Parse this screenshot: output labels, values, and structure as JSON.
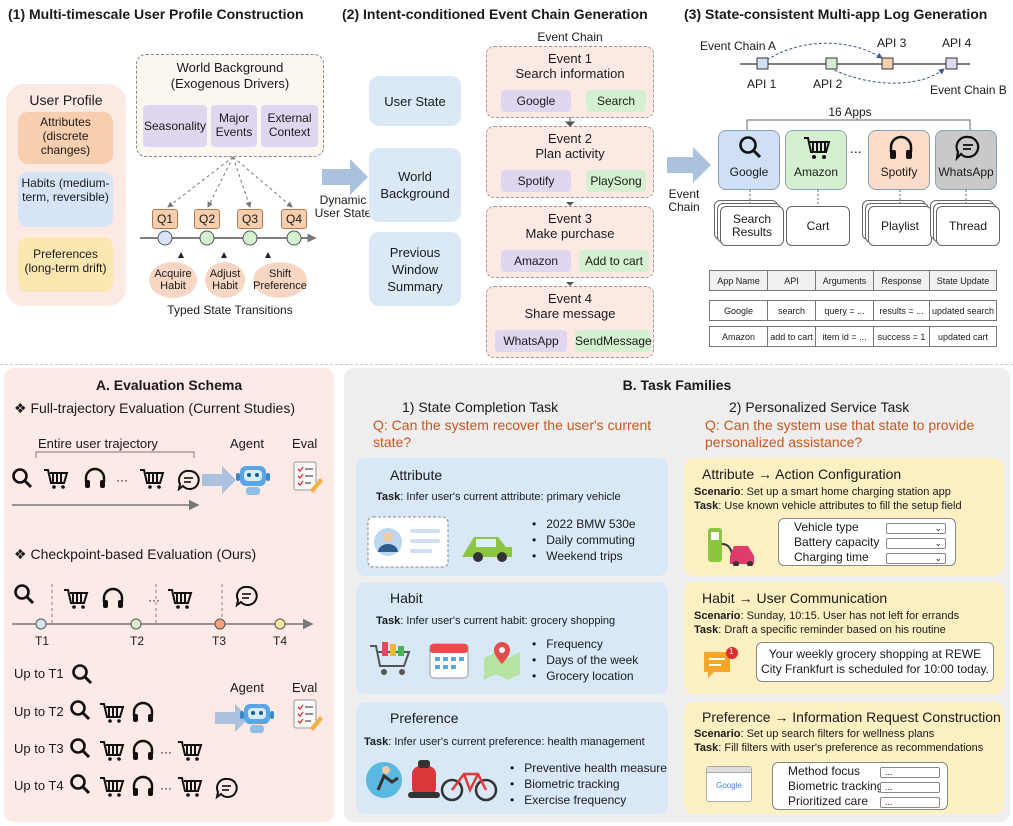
{
  "section1": {
    "title": "(1) Multi-timescale User Profile Construction",
    "user_profile": {
      "title": "User Profile",
      "attributes": "Attributes (discrete changes)",
      "habits": "Habits (medium-term, reversible)",
      "preferences": "Preferences (long-term drift)"
    },
    "world_background": {
      "title": "World Background (Exogenous Drivers)",
      "items": [
        "Seasonality",
        "Major Events",
        "External Context"
      ]
    },
    "queries": [
      "Q1",
      "Q2",
      "Q3",
      "Q4"
    ],
    "transitions": [
      "Acquire Habit",
      "Adjust Habit",
      "Shift Preference"
    ],
    "caption": "Typed State Transitions"
  },
  "section2": {
    "title": "(2) Intent-conditioned Event Chain Generation",
    "arrow_label": "Dynamic User State",
    "states": [
      "User State",
      "World Background",
      "Previous Window Summary"
    ],
    "chain_title": "Event Chain",
    "events": [
      {
        "name": "Event 1",
        "desc": "Search information",
        "app": "Google",
        "api": "Search"
      },
      {
        "name": "Event 2",
        "desc": "Plan activity",
        "app": "Spotify",
        "api": "PlaySong"
      },
      {
        "name": "Event 3",
        "desc": "Make purchase",
        "app": "Amazon",
        "api": "Add to cart"
      },
      {
        "name": "Event 4",
        "desc": "Share message",
        "app": "WhatsApp",
        "api": "SendMessage"
      }
    ],
    "out_label": "Event Chain"
  },
  "section3": {
    "title": "(3) State-consistent Multi-app Log Generation",
    "chain_a": "Event Chain A",
    "chain_b": "Event Chain B",
    "apis": [
      "API 1",
      "API 2",
      "API 3",
      "API 4"
    ],
    "apps_count": "16 Apps",
    "apps": [
      "Google",
      "Amazon",
      "Spotify",
      "WhatsApp"
    ],
    "ellipsis": "...",
    "states": [
      "Search Results",
      "Cart",
      "Playlist",
      "Thread"
    ],
    "table": {
      "headers": [
        "App Name",
        "API",
        "Arguments",
        "Response",
        "State Update"
      ],
      "rows": [
        [
          "Google",
          "search",
          "query = ...",
          "results = ...",
          "updated search"
        ],
        [
          "Amazon",
          "add to cart",
          "item id = ...",
          "success = 1",
          "updated cart"
        ]
      ]
    }
  },
  "sectionA": {
    "title": "A. Evaluation Schema",
    "full_title": "Full-trajectory Evaluation (Current Studies)",
    "entire": "Entire user trajectory",
    "agent": "Agent",
    "eval": "Eval",
    "ellipsis": "···",
    "checkpoint_title": "Checkpoint-based Evaluation (Ours)",
    "ticks": [
      "T1",
      "T2",
      "T3",
      "T4"
    ],
    "upto": [
      "Up to T1",
      "Up to T2",
      "Up to T3",
      "Up to T4"
    ]
  },
  "sectionB": {
    "title": "B. Task Families",
    "col1": {
      "title": "1) State Completion Task",
      "question": "Q: Can the system recover the user's current state?"
    },
    "col2": {
      "title": "2) Personalized Service Task",
      "question": "Q: Can the system use that state to provide personalized assistance?"
    },
    "attribute": {
      "title": "Attribute",
      "task_label": "Task",
      "task": ": Infer user's current attribute: primary vehicle",
      "bullets": [
        "2022 BMW 530e",
        "Daily commuting",
        "Weekend trips"
      ]
    },
    "habit": {
      "title": "Habit",
      "task_label": "Task",
      "task": ": Infer user's current habit: grocery shopping",
      "bullets": [
        "Frequency",
        "Days of the week",
        "Grocery location"
      ]
    },
    "preference": {
      "title": "Preference",
      "task_label": "Task",
      "task": ": Infer user's current preference: health management",
      "bullets": [
        "Preventive health measure",
        "Biometric tracking",
        "Exercise frequency"
      ]
    },
    "attr_action": {
      "title": "Attribute → Action Configuration",
      "scenario_label": "Scenario",
      "scenario": ": Set up a smart home charging station app",
      "task_label": "Task",
      "task": ": Use known vehicle attributes to fill the setup field",
      "fields": [
        "Vehicle type",
        "Battery capacity",
        "Charging time"
      ]
    },
    "habit_comm": {
      "title": "Habit → User Communication",
      "scenario_label": "Scenario",
      "scenario": ": Sunday, 10:15. User has not left for errands",
      "task_label": "Task",
      "task": ": Draft a specific reminder based on his routine",
      "badge": "1",
      "message_line1": "Your weekly grocery shopping at REWE",
      "message_line2": "City Frankfurt is scheduled for 10:00 today."
    },
    "pref_info": {
      "title": "Preference → Information Request Construction",
      "scenario_label": "Scenario",
      "scenario": ": Set up search filters for wellness plans",
      "task_label": "Task",
      "task": ": Fill filters with user's preference as recommendations",
      "logo": "Google",
      "fields": [
        "Method focus",
        "Biometric tracking",
        "Prioritized care"
      ],
      "placeholder": "..."
    }
  }
}
